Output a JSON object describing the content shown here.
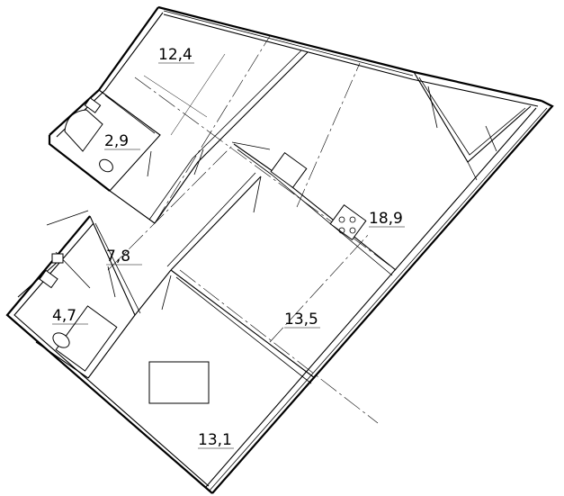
{
  "rooms": [
    {
      "id": "room-a",
      "area": "12,4"
    },
    {
      "id": "room-b",
      "area": "2,9"
    },
    {
      "id": "room-c",
      "area": "7,8"
    },
    {
      "id": "room-d",
      "area": "4,7"
    },
    {
      "id": "room-e",
      "area": "18,9"
    },
    {
      "id": "room-f",
      "area": "13,5"
    },
    {
      "id": "room-g",
      "area": "13,1"
    }
  ]
}
